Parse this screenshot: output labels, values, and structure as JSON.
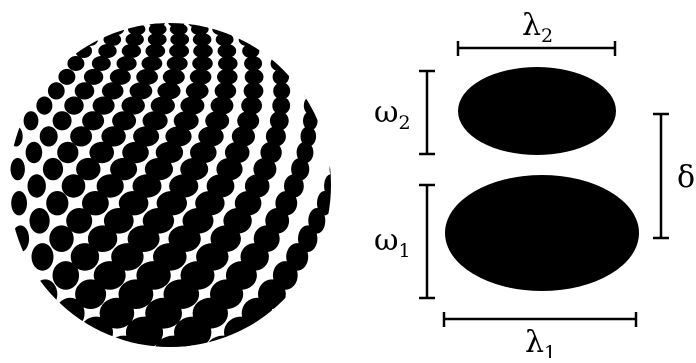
{
  "figure": {
    "background": "#ffffff",
    "ink": "#000000"
  },
  "texture_sphere": {
    "description_kind": "ellipse-dot-texture",
    "fill": "#000000"
  },
  "labels": {
    "lambda2": {
      "symbol": "λ",
      "subscript": "2"
    },
    "lambda1": {
      "symbol": "λ",
      "subscript": "1"
    },
    "omega2": {
      "symbol": "ω",
      "subscript": "2"
    },
    "omega1": {
      "symbol": "ω",
      "subscript": "1"
    },
    "delta": {
      "symbol": "δ"
    }
  }
}
